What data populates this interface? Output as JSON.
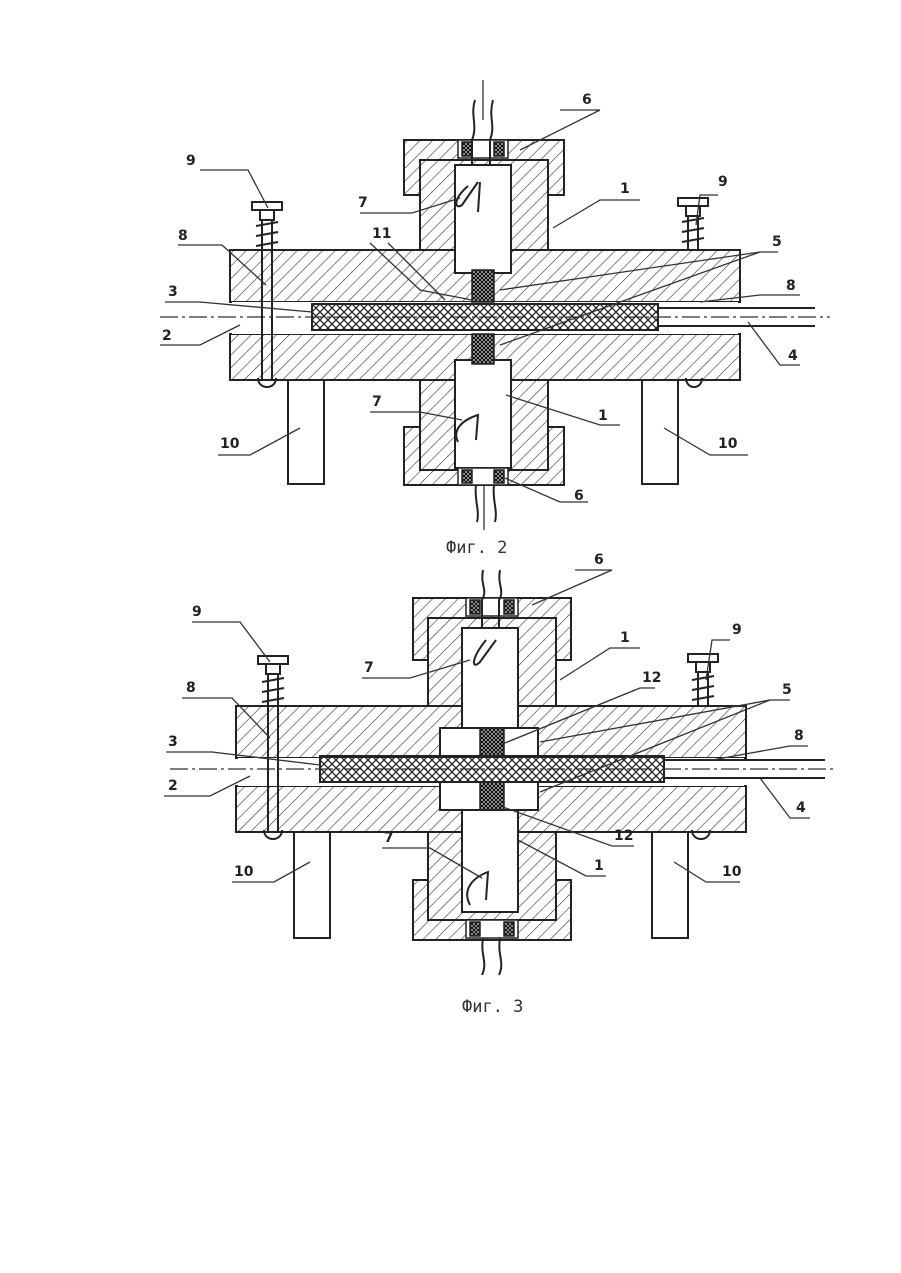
{
  "figures": [
    {
      "caption": "Фиг. 2",
      "labels": {
        "top_stub": "",
        "l1a": "1",
        "l1b": "1",
        "l2": "2",
        "l3": "3",
        "l4": "4",
        "l5": "5",
        "l6a": "6",
        "l6b": "6",
        "l7a": "7",
        "l7b": "7",
        "l8a": "8",
        "l8b": "8",
        "l9a": "9",
        "l9b": "9",
        "l10a": "10",
        "l10b": "10",
        "l11": "11"
      }
    },
    {
      "caption": "Фиг. 3",
      "labels": {
        "l1a": "1",
        "l1b": "1",
        "l2": "2",
        "l3": "3",
        "l4": "4",
        "l5": "5",
        "l6": "6",
        "l7a": "7",
        "l7b": "7",
        "l8a": "8",
        "l8b": "8",
        "l9a": "9",
        "l9b": "9",
        "l10a": "10",
        "l10b": "10",
        "l12a": "12",
        "l12b": "12"
      }
    }
  ],
  "colors": {
    "ink": "#222222",
    "paper": "#ffffff"
  }
}
